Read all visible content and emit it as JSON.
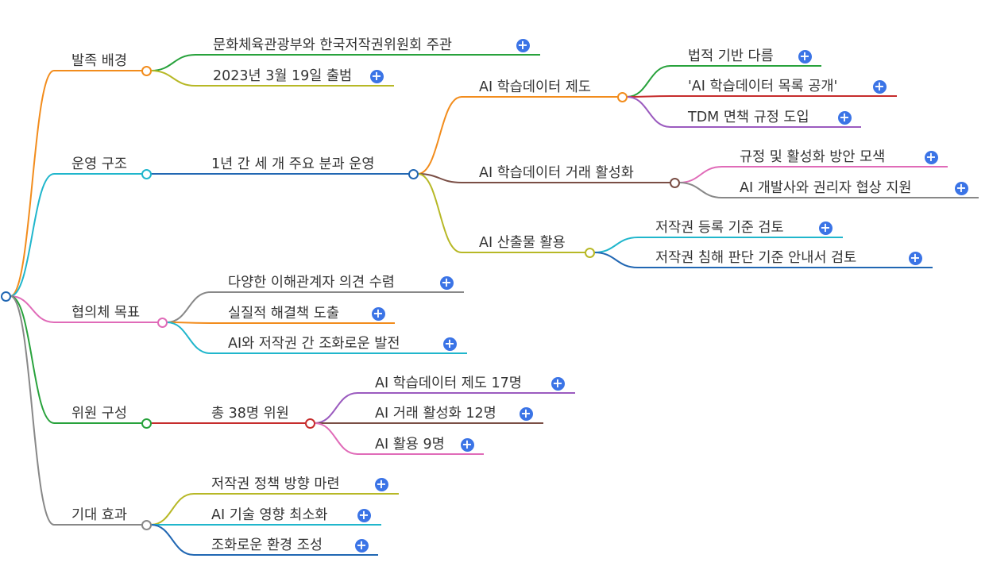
{
  "colors": {
    "orange": "#f28c1c",
    "teal": "#20b6cc",
    "pink": "#e06bb8",
    "green": "#28a23c",
    "gray": "#888888",
    "olive": "#b7b826",
    "blue": "#2167b3",
    "purple": "#9b5bbf",
    "brown": "#7a4e45",
    "red": "#c62c2c",
    "expand_button": "#3b74e6"
  },
  "expand_icon": "plus-circle-icon",
  "mindmap": {
    "root": {},
    "branches": [
      {
        "label": "발족 배경",
        "children": [
          {
            "label": "문화체육관광부와 한국저작권위원회 주관"
          },
          {
            "label": "2023년 3월 19일 출범"
          }
        ]
      },
      {
        "label": "운영 구조",
        "children": [
          {
            "label": "1년 간 세 개 주요 분과 운영",
            "children": [
              {
                "label": "AI 학습데이터 제도",
                "children": [
                  {
                    "label": "법적 기반 다름"
                  },
                  {
                    "label": "'AI 학습데이터 목록 공개'"
                  },
                  {
                    "label": "TDM 면책 규정 도입"
                  }
                ]
              },
              {
                "label": "AI 학습데이터 거래 활성화",
                "children": [
                  {
                    "label": "규정 및 활성화 방안 모색"
                  },
                  {
                    "label": "AI 개발사와 권리자 협상 지원"
                  }
                ]
              },
              {
                "label": "AI 산출물 활용",
                "children": [
                  {
                    "label": "저작권 등록 기준 검토"
                  },
                  {
                    "label": "저작권 침해 판단 기준 안내서 검토"
                  }
                ]
              }
            ]
          }
        ]
      },
      {
        "label": "협의체 목표",
        "children": [
          {
            "label": "다양한 이해관계자 의견 수렴"
          },
          {
            "label": "실질적 해결책 도출"
          },
          {
            "label": "AI와 저작권 간 조화로운 발전"
          }
        ]
      },
      {
        "label": "위원 구성",
        "children": [
          {
            "label": "총 38명 위원",
            "children": [
              {
                "label": "AI 학습데이터 제도 17명"
              },
              {
                "label": "AI 거래 활성화 12명"
              },
              {
                "label": "AI 활용 9명"
              }
            ]
          }
        ]
      },
      {
        "label": "기대 효과",
        "children": [
          {
            "label": "저작권 정책 방향 마련"
          },
          {
            "label": "AI 기술 영향 최소화"
          },
          {
            "label": "조화로운 환경 조성"
          }
        ]
      }
    ]
  }
}
